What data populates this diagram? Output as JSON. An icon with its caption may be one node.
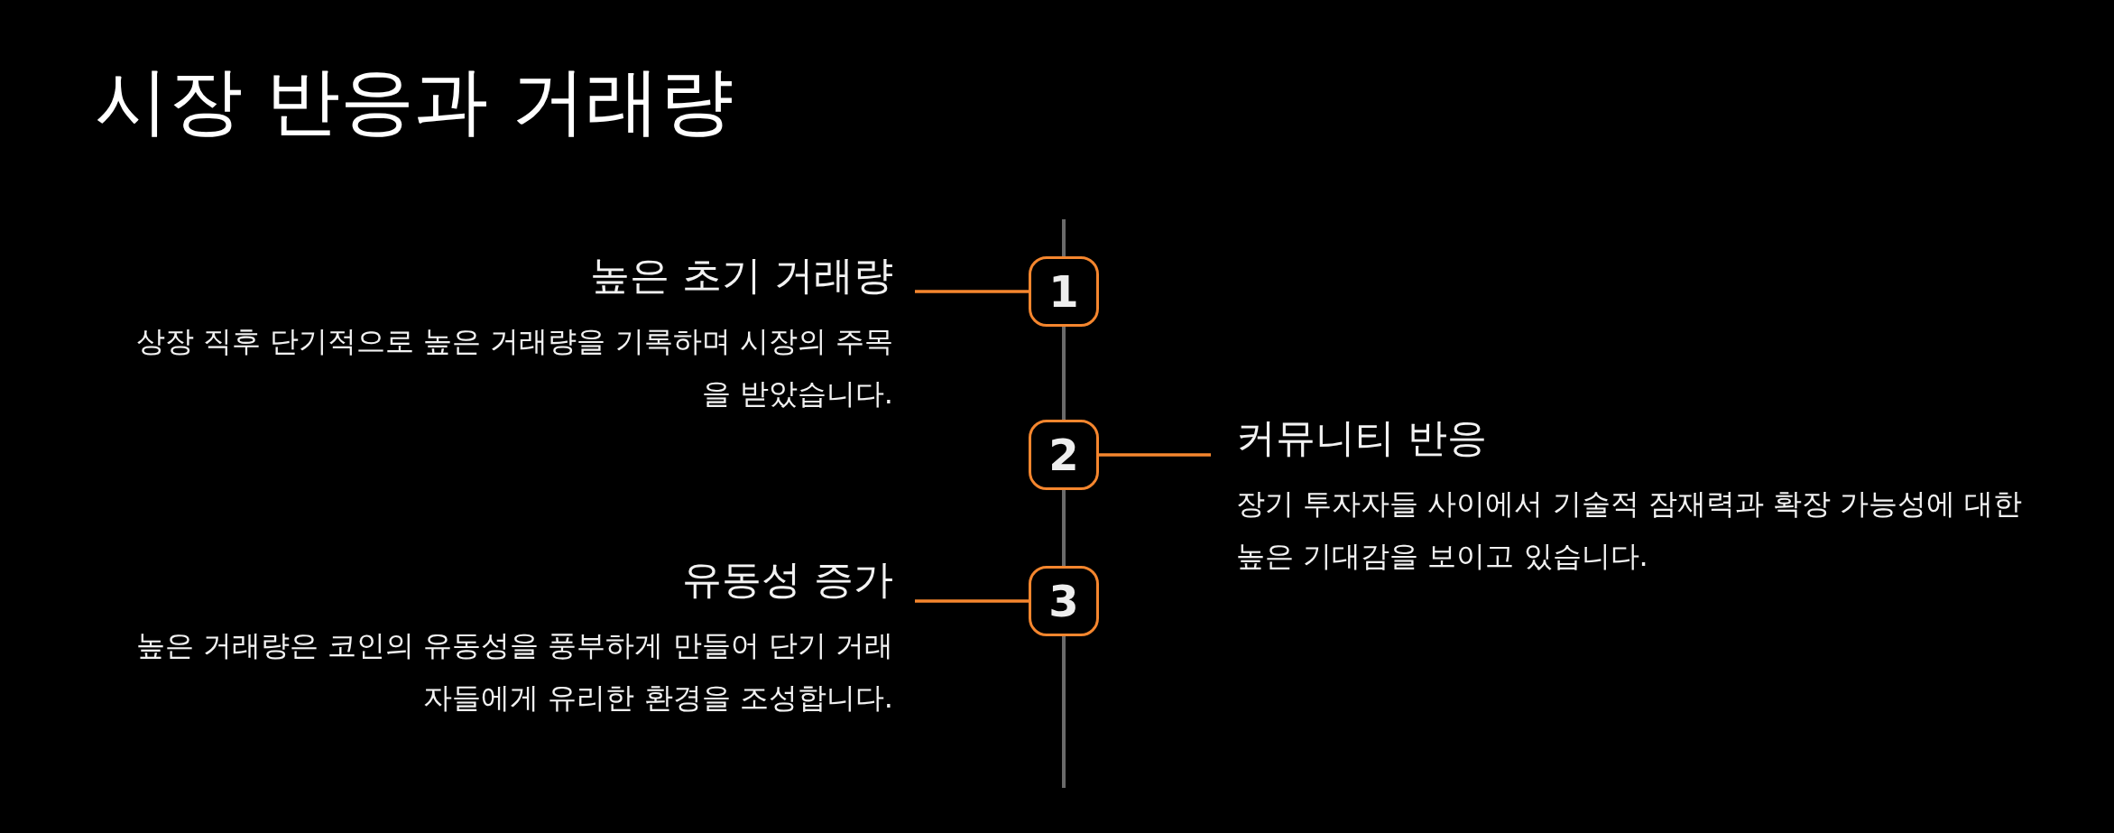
{
  "diagram": {
    "title": "시장 반응과 거래량",
    "nodes": [
      {
        "text": [
          "높은 초기 거래량",
          "상장 직후 단기적으로 높은 거래량을 기록하며 시장의 주목을 받았습니다."
        ]
      },
      {
        "text": [
          "1"
        ]
      },
      {
        "text": [
          "2"
        ]
      },
      {
        "text": [
          "커뮤니티 반응",
          "장기 투자자들 사이에서 기술적 잠재력과 확장 가능성에 대한 높은 기대감을 보이고 있습니다."
        ]
      },
      {
        "text": [
          "유동성 증가",
          "높은 거래량은 코인의 유동성을 풍부하게 만들어 단기 거래자들에게 유리한 환경을 조성합니다."
        ]
      },
      {
        "text": [
          "3"
        ]
      }
    ],
    "edges": [
      {
        "from": 1,
        "to": 0,
        "arrow": "none"
      },
      {
        "from": 2,
        "to": 3,
        "arrow": "none"
      },
      {
        "from": 5,
        "to": 4,
        "arrow": "none"
      }
    ]
  }
}
